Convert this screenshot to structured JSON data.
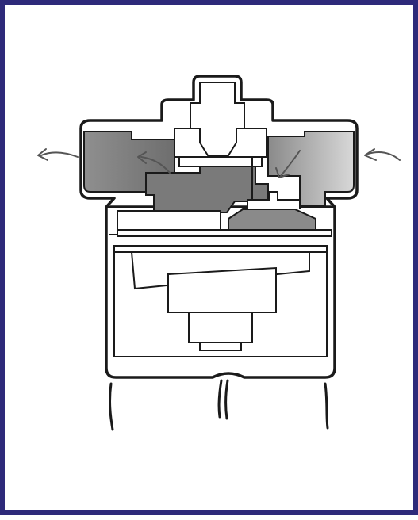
{
  "diagram": {
    "subject": "solenoid-valve-cross-section",
    "colors": {
      "border": "#2e2a7a",
      "outline": "#1a1a1a",
      "fluid_dark": "#7d7d7d",
      "fluid_mid": "#a3a3a3",
      "fluid_light": "#cfcfcf",
      "background": "#ffffff"
    },
    "flow": {
      "inlet_side": "right",
      "outlet_side": "left"
    }
  }
}
